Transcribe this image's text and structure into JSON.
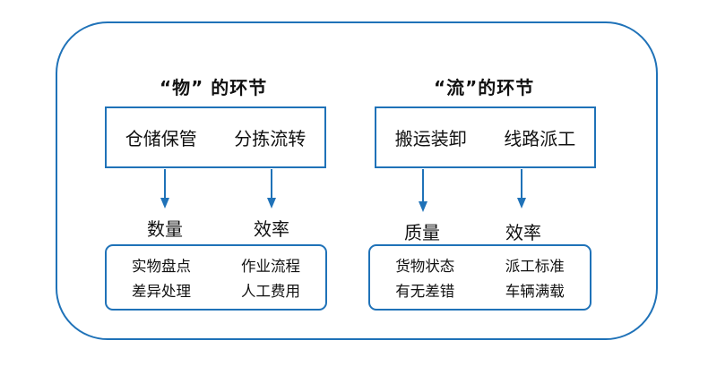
{
  "diagram": {
    "left_panel": {
      "heading": "“物” 的环节",
      "top_items": [
        "仓储保管",
        "分拣流转"
      ],
      "labels": [
        "数量",
        "效率"
      ],
      "bottom_items": [
        "实物盘点",
        "作业流程",
        "差异处理",
        "人工费用"
      ]
    },
    "right_panel": {
      "heading": "“流”的环节",
      "top_items": [
        "搬运装卸",
        "线路派工"
      ],
      "labels": [
        "质量",
        "效率"
      ],
      "bottom_items": [
        "货物状态",
        "派工标准",
        "有无差错",
        "车辆满载"
      ]
    },
    "colors": {
      "border": "#1f72b8",
      "arrow": "#1f72b8"
    }
  }
}
